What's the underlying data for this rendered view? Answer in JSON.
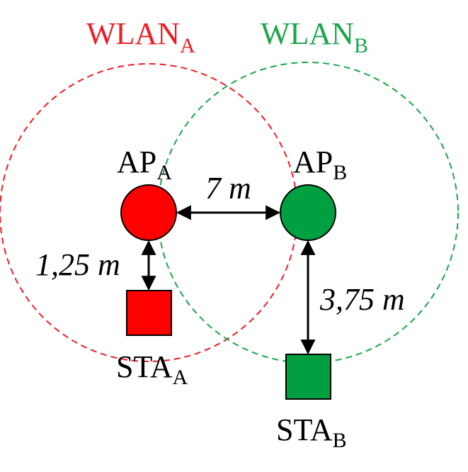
{
  "colors": {
    "wlan_a": "#ee1c25",
    "wlan_b": "#1aa64a",
    "node_a_fill": "#ff0000",
    "node_b_fill": "#00a040",
    "outline": "#000000",
    "text": "#000000"
  },
  "networks": {
    "a": {
      "label_main": "WLAN",
      "label_sub": "A"
    },
    "b": {
      "label_main": "WLAN",
      "label_sub": "B"
    }
  },
  "nodes": {
    "ap_a": {
      "label_main": "AP",
      "label_sub": "A"
    },
    "ap_b": {
      "label_main": "AP",
      "label_sub": "B"
    },
    "sta_a": {
      "label_main": "STA",
      "label_sub": "A"
    },
    "sta_b": {
      "label_main": "STA",
      "label_sub": "B"
    }
  },
  "distances": {
    "ap_to_ap": "7 m",
    "ap_a_to_sta_a": "1,25 m",
    "ap_b_to_sta_b": "3,75 m"
  }
}
